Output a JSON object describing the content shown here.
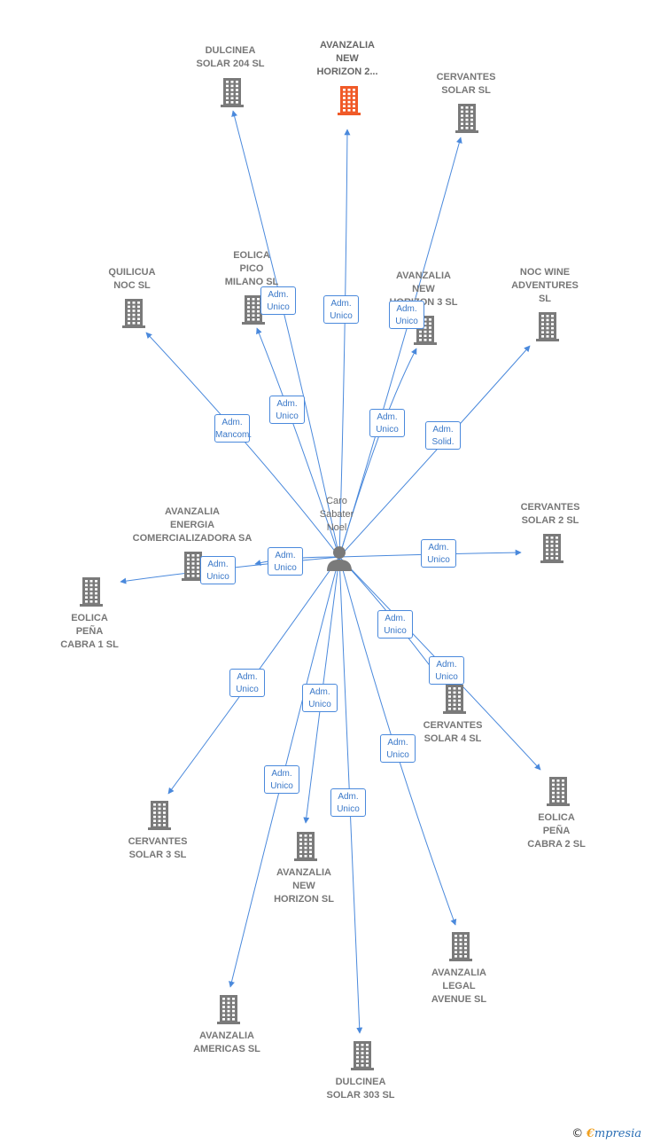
{
  "center": {
    "name_lines": [
      "Caro",
      "Sabater",
      "Noel"
    ],
    "icon": "person-icon"
  },
  "colors": {
    "edge": "#4a89dc",
    "company_icon": "#7a7a7a",
    "highlight_icon": "#f05a28"
  },
  "companies": [
    {
      "id": "dulcinea-solar-204",
      "lines": [
        "DULCINEA",
        "SOLAR 204 SL"
      ],
      "icon": "building-icon"
    },
    {
      "id": "avanzalia-new-horizon-2",
      "lines": [
        "AVANZALIA",
        "NEW",
        "HORIZON 2..."
      ],
      "icon": "building-icon",
      "highlight": true
    },
    {
      "id": "cervantes-solar",
      "lines": [
        "CERVANTES",
        "SOLAR  SL"
      ],
      "icon": "building-icon"
    },
    {
      "id": "quilicua-noc",
      "lines": [
        "QUILICUA",
        "NOC  SL"
      ],
      "icon": "building-icon"
    },
    {
      "id": "eolica-pico-milano",
      "lines": [
        "EOLICA",
        "PICO",
        "MILANO SL"
      ],
      "icon": "building-icon"
    },
    {
      "id": "avanzalia-new-horizon-3",
      "lines": [
        "AVANZALIA",
        "NEW",
        "HORIZON 3  SL"
      ],
      "icon": "building-icon"
    },
    {
      "id": "noc-wine-adventures",
      "lines": [
        "NOC WINE",
        "ADVENTURES",
        "SL"
      ],
      "icon": "building-icon"
    },
    {
      "id": "avanzalia-energia",
      "lines": [
        "AVANZALIA",
        "ENERGIA",
        "COMERCIALIZADORA SA"
      ],
      "icon": "building-icon"
    },
    {
      "id": "eolica-pena-cabra-1",
      "lines": [
        "EOLICA",
        "PEÑA",
        "CABRA 1  SL"
      ],
      "icon": "building-icon"
    },
    {
      "id": "cervantes-solar-2",
      "lines": [
        "CERVANTES",
        "SOLAR 2  SL"
      ],
      "icon": "building-icon"
    },
    {
      "id": "cervantes-solar-4",
      "lines": [
        "CERVANTES",
        "SOLAR 4  SL"
      ],
      "icon": "building-icon"
    },
    {
      "id": "eolica-pena-cabra-2",
      "lines": [
        "EOLICA",
        "PEÑA",
        "CABRA 2 SL"
      ],
      "icon": "building-icon"
    },
    {
      "id": "cervantes-solar-3",
      "lines": [
        "CERVANTES",
        "SOLAR 3  SL"
      ],
      "icon": "building-icon"
    },
    {
      "id": "avanzalia-new-horizon",
      "lines": [
        "AVANZALIA",
        "NEW",
        "HORIZON  SL"
      ],
      "icon": "building-icon"
    },
    {
      "id": "avanzalia-legal-avenue",
      "lines": [
        "AVANZALIA",
        "LEGAL",
        "AVENUE  SL"
      ],
      "icon": "building-icon"
    },
    {
      "id": "avanzalia-americas",
      "lines": [
        "AVANZALIA",
        "AMERICAS  SL"
      ],
      "icon": "building-icon"
    },
    {
      "id": "dulcinea-solar-303",
      "lines": [
        "DULCINEA",
        "SOLAR 303 SL"
      ],
      "icon": "building-icon"
    }
  ],
  "relations": [
    {
      "target": "dulcinea-solar-204",
      "role_lines": [
        "Adm.",
        "Unico"
      ]
    },
    {
      "target": "avanzalia-new-horizon-2",
      "role_lines": [
        "Adm.",
        "Unico"
      ]
    },
    {
      "target": "cervantes-solar",
      "role_lines": [
        "Adm.",
        "Unico"
      ]
    },
    {
      "target": "quilicua-noc",
      "role_lines": [
        "Adm.",
        "Mancom."
      ]
    },
    {
      "target": "eolica-pico-milano",
      "role_lines": [
        "Adm.",
        "Unico"
      ]
    },
    {
      "target": "avanzalia-new-horizon-3",
      "role_lines": [
        "Adm.",
        "Unico"
      ]
    },
    {
      "target": "noc-wine-adventures",
      "role_lines": [
        "Adm.",
        "Solid."
      ]
    },
    {
      "target": "avanzalia-energia",
      "role_lines": [
        "Adm.",
        "Unico"
      ]
    },
    {
      "target": "eolica-pena-cabra-1",
      "role_lines": [
        "Adm.",
        "Unico"
      ]
    },
    {
      "target": "cervantes-solar-2",
      "role_lines": [
        "Adm.",
        "Unico"
      ]
    },
    {
      "target": "cervantes-solar-4",
      "role_lines": [
        "Adm.",
        "Unico"
      ]
    },
    {
      "target": "eolica-pena-cabra-2",
      "role_lines": [
        "Adm.",
        "Unico"
      ]
    },
    {
      "target": "cervantes-solar-3",
      "role_lines": [
        "Adm.",
        "Unico"
      ]
    },
    {
      "target": "avanzalia-new-horizon",
      "role_lines": [
        "Adm.",
        "Unico"
      ]
    },
    {
      "target": "avanzalia-legal-avenue",
      "role_lines": [
        "Adm.",
        "Unico"
      ]
    },
    {
      "target": "avanzalia-americas",
      "role_lines": [
        "Adm.",
        "Unico"
      ]
    },
    {
      "target": "dulcinea-solar-303",
      "role_lines": [
        "Adm.",
        "Unico"
      ]
    }
  ],
  "footer": {
    "copyright_symbol": "©",
    "brand_initial": "€",
    "brand_rest": "mpresia"
  }
}
